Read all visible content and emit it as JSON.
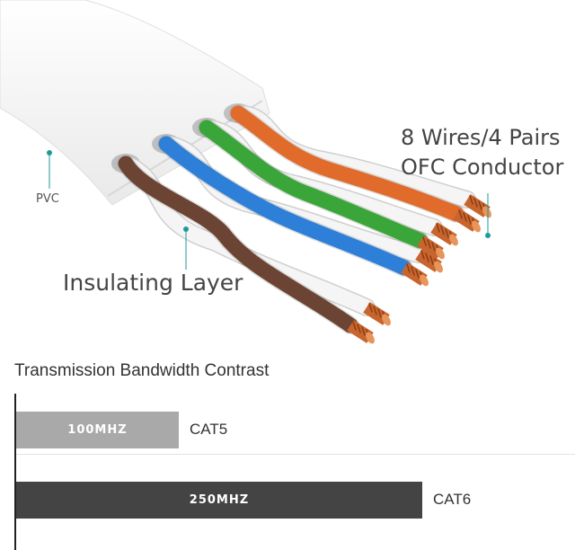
{
  "callouts": {
    "pvc": "PVC",
    "insulating_layer": "Insulating Layer",
    "wires_pairs": "8 Wires/4 Pairs",
    "conductor": "OFC Conductor"
  },
  "wire_colors": {
    "brown": "#6b4433",
    "blue": "#2e7fd8",
    "green": "#3aa63a",
    "orange": "#e06b2a",
    "white": "#f5f5f5",
    "copper": "#c8652f"
  },
  "chart": {
    "title": "Transmission Bandwidth Contrast",
    "max_value": 250,
    "items": [
      {
        "value_label": "100MHZ",
        "category": "CAT5",
        "value": 100,
        "color": "#a9a9a9"
      },
      {
        "value_label": "250MHZ",
        "category": "CAT6",
        "value": 250,
        "color": "#444444"
      }
    ]
  }
}
